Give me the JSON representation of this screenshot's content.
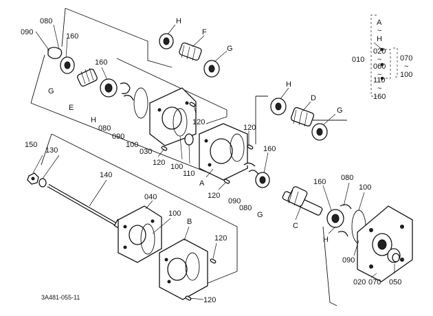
{
  "diagram": {
    "footer_code": "3A481-055-11",
    "callouts": [
      {
        "id": "c090a",
        "text": "090"
      },
      {
        "id": "c080a",
        "text": "080"
      },
      {
        "id": "c160a",
        "text": "160"
      },
      {
        "id": "cGa",
        "text": "G"
      },
      {
        "id": "cEa",
        "text": "E"
      },
      {
        "id": "c160b",
        "text": "160"
      },
      {
        "id": "cHa",
        "text": "H"
      },
      {
        "id": "c080b",
        "text": "080"
      },
      {
        "id": "c090b",
        "text": "090"
      },
      {
        "id": "c100a",
        "text": "100"
      },
      {
        "id": "c030",
        "text": "030"
      },
      {
        "id": "c120a",
        "text": "120"
      },
      {
        "id": "c100b",
        "text": "100"
      },
      {
        "id": "c110a",
        "text": "110"
      },
      {
        "id": "cA",
        "text": "A"
      },
      {
        "id": "c120b",
        "text": "120"
      },
      {
        "id": "cHb",
        "text": "H"
      },
      {
        "id": "cF",
        "text": "F"
      },
      {
        "id": "cGb",
        "text": "G"
      },
      {
        "id": "c120c",
        "text": "120"
      },
      {
        "id": "c160c",
        "text": "160"
      },
      {
        "id": "c090c",
        "text": "090"
      },
      {
        "id": "c080c",
        "text": "080"
      },
      {
        "id": "cGc",
        "text": "G"
      },
      {
        "id": "c120d",
        "text": "120"
      },
      {
        "id": "cHc",
        "text": "H"
      },
      {
        "id": "cD",
        "text": "D"
      },
      {
        "id": "cGd",
        "text": "G"
      },
      {
        "id": "c150",
        "text": "150"
      },
      {
        "id": "c130",
        "text": "130"
      },
      {
        "id": "c140",
        "text": "140"
      },
      {
        "id": "c040",
        "text": "040"
      },
      {
        "id": "c100c",
        "text": "100"
      },
      {
        "id": "cB",
        "text": "B"
      },
      {
        "id": "c120e",
        "text": "120"
      },
      {
        "id": "c120f",
        "text": "120"
      },
      {
        "id": "cC",
        "text": "C"
      },
      {
        "id": "c160d",
        "text": "160"
      },
      {
        "id": "c080d",
        "text": "080"
      },
      {
        "id": "c100d",
        "text": "100"
      },
      {
        "id": "cHd",
        "text": "H"
      },
      {
        "id": "c090d",
        "text": "090"
      },
      {
        "id": "c020",
        "text": "020"
      },
      {
        "id": "c070",
        "text": "070"
      },
      {
        "id": "c050",
        "text": "050"
      }
    ],
    "legend": {
      "a": "A",
      "tilde1": "~",
      "h": "H",
      "n010": "010",
      "n020": "020",
      "tilde2": "~",
      "n060": "060",
      "tilde3": "~",
      "n110": "110",
      "tilde4": "~",
      "n160": "160",
      "n070": "070",
      "tilde5": "~",
      "n100": "100"
    }
  }
}
